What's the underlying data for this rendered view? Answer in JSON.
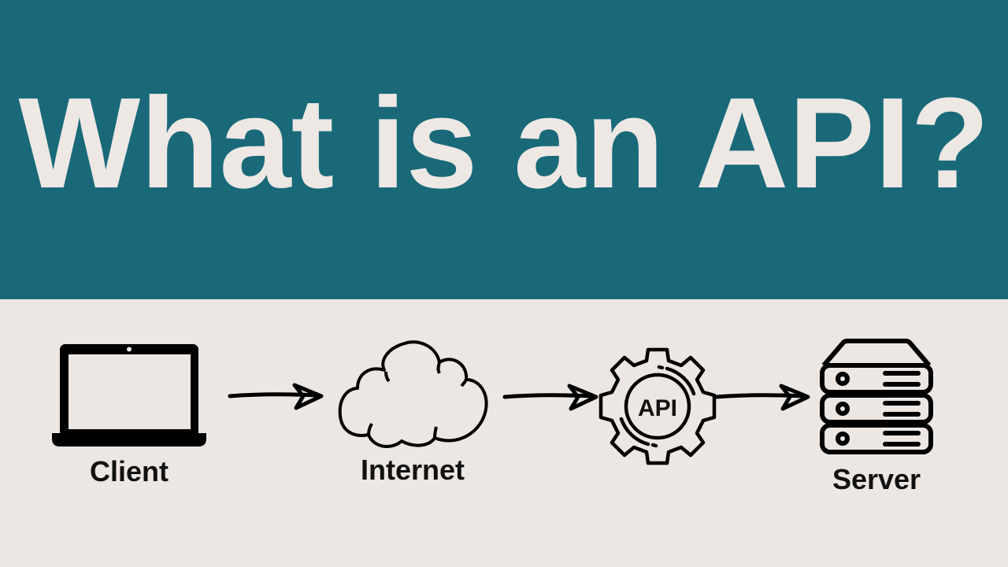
{
  "banner": {
    "title": "What is an API?",
    "background_color": "#196979",
    "text_color": "#ede8e4"
  },
  "diagram": {
    "background_color": "#ece7e3",
    "stroke_color": "#111111",
    "nodes": [
      {
        "id": "client",
        "icon": "laptop-icon",
        "label": "Client"
      },
      {
        "id": "internet",
        "icon": "cloud-icon",
        "label": "Internet"
      },
      {
        "id": "api",
        "icon": "gear-icon",
        "label": "API"
      },
      {
        "id": "server",
        "icon": "server-icon",
        "label": "Server"
      }
    ],
    "edges": [
      {
        "from": "client",
        "to": "internet"
      },
      {
        "from": "internet",
        "to": "api"
      },
      {
        "from": "api",
        "to": "server"
      }
    ]
  }
}
